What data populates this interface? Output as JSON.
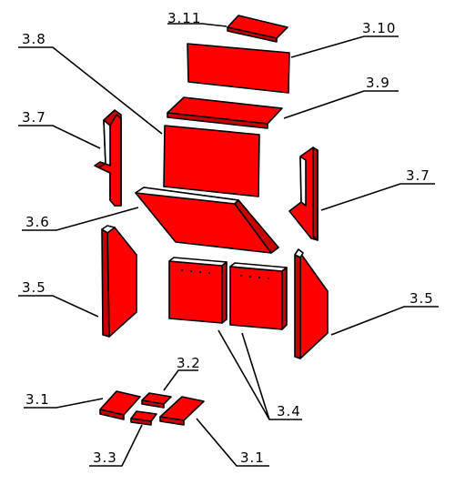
{
  "diagram": {
    "colors": {
      "part": "#ff0000",
      "side": "#c80000",
      "edge": "#ffffff",
      "outline": "#000000"
    },
    "labels": {
      "l_3_11": "3.11",
      "l_3_10": "3.10",
      "l_3_8": "3.8",
      "l_3_9": "3.9",
      "l_3_7_left": "3.7",
      "l_3_7_right": "3.7",
      "l_3_6": "3.6",
      "l_3_5_left": "3.5",
      "l_3_5_right": "3.5",
      "l_3_4": "3.4",
      "l_3_2": "3.2",
      "l_3_1_left": "3.1",
      "l_3_1_right": "3.1",
      "l_3_3": "3.3"
    }
  }
}
